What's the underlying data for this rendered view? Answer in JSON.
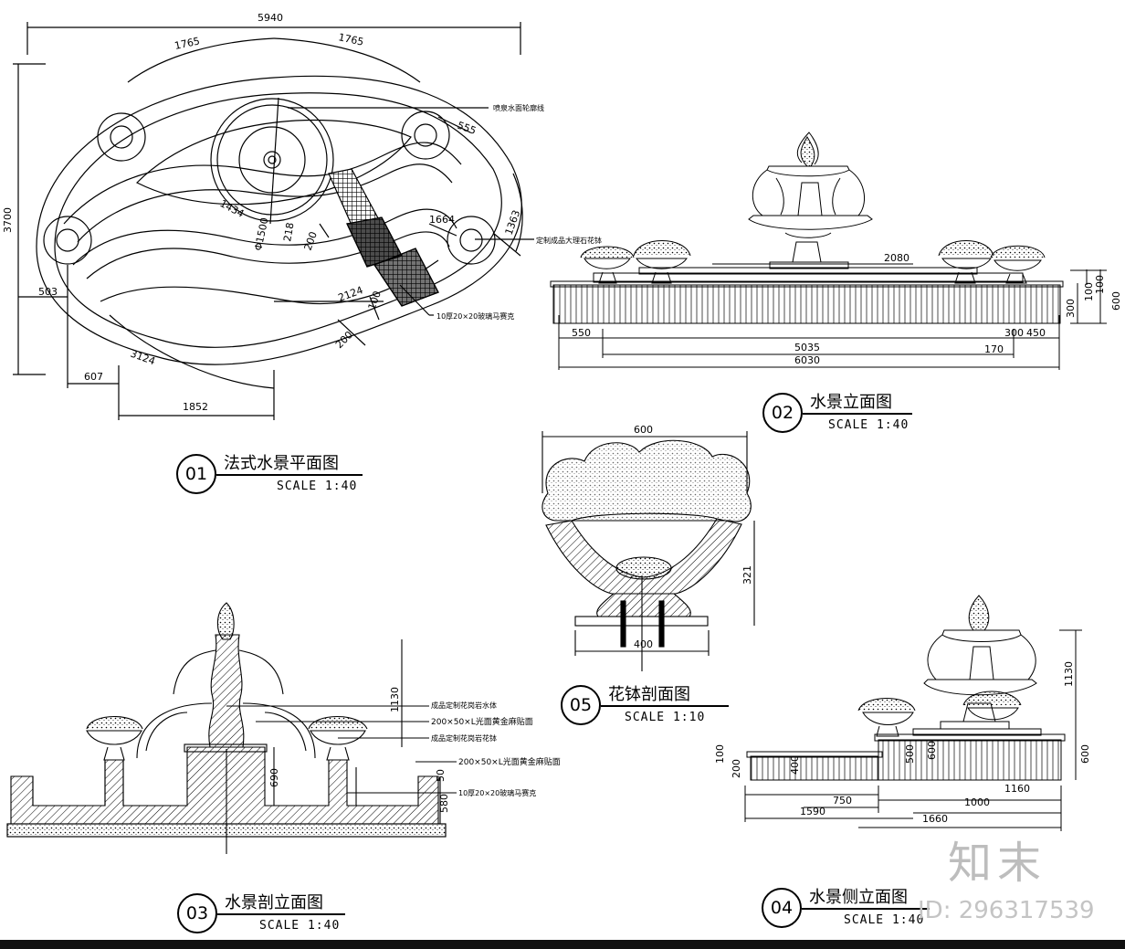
{
  "titles": [
    {
      "num": "01",
      "name": "法式水景平面图",
      "scale": "SCALE 1:40"
    },
    {
      "num": "02",
      "name": "水景立面图",
      "scale": "SCALE 1:40"
    },
    {
      "num": "03",
      "name": "水景剖立面图",
      "scale": "SCALE 1:40"
    },
    {
      "num": "04",
      "name": "水景侧立面图",
      "scale": "SCALE 1:40"
    },
    {
      "num": "05",
      "name": "花钵剖面图",
      "scale": "SCALE 1:10"
    }
  ],
  "plan": {
    "dims": [
      "5940",
      "1765",
      "1765",
      "3700",
      "555",
      "1363",
      "1664",
      "218",
      "200",
      "1434",
      "2124",
      "100",
      "200",
      "503",
      "607",
      "1852",
      "3124",
      "Φ1500"
    ],
    "notes": [
      "喷泉水面轮廓线",
      "定制成品大理石花钵",
      "10厚20×20玻璃马赛克"
    ]
  },
  "elevation": {
    "dims": [
      "2080",
      "550",
      "5035",
      "6030",
      "300",
      "450",
      "170",
      "100",
      "100",
      "300",
      "600"
    ]
  },
  "section": {
    "dims": [
      "1130",
      "690",
      "50",
      "580"
    ],
    "notes": [
      "成品定制花岗岩水体",
      "200×50×L光面黄金麻贴面",
      "成品定制花岗岩花钵",
      "200×50×L光面黄金麻贴面",
      "10厚20×20玻璃马赛克"
    ]
  },
  "bowl": {
    "dims": [
      "600",
      "321",
      "400"
    ]
  },
  "side": {
    "dims": [
      "1130",
      "100",
      "200",
      "400",
      "500",
      "600",
      "600",
      "750",
      "1590",
      "1160",
      "1000",
      "1660"
    ]
  },
  "brand": {
    "mark": "知末",
    "id": "ID: 296317539"
  }
}
